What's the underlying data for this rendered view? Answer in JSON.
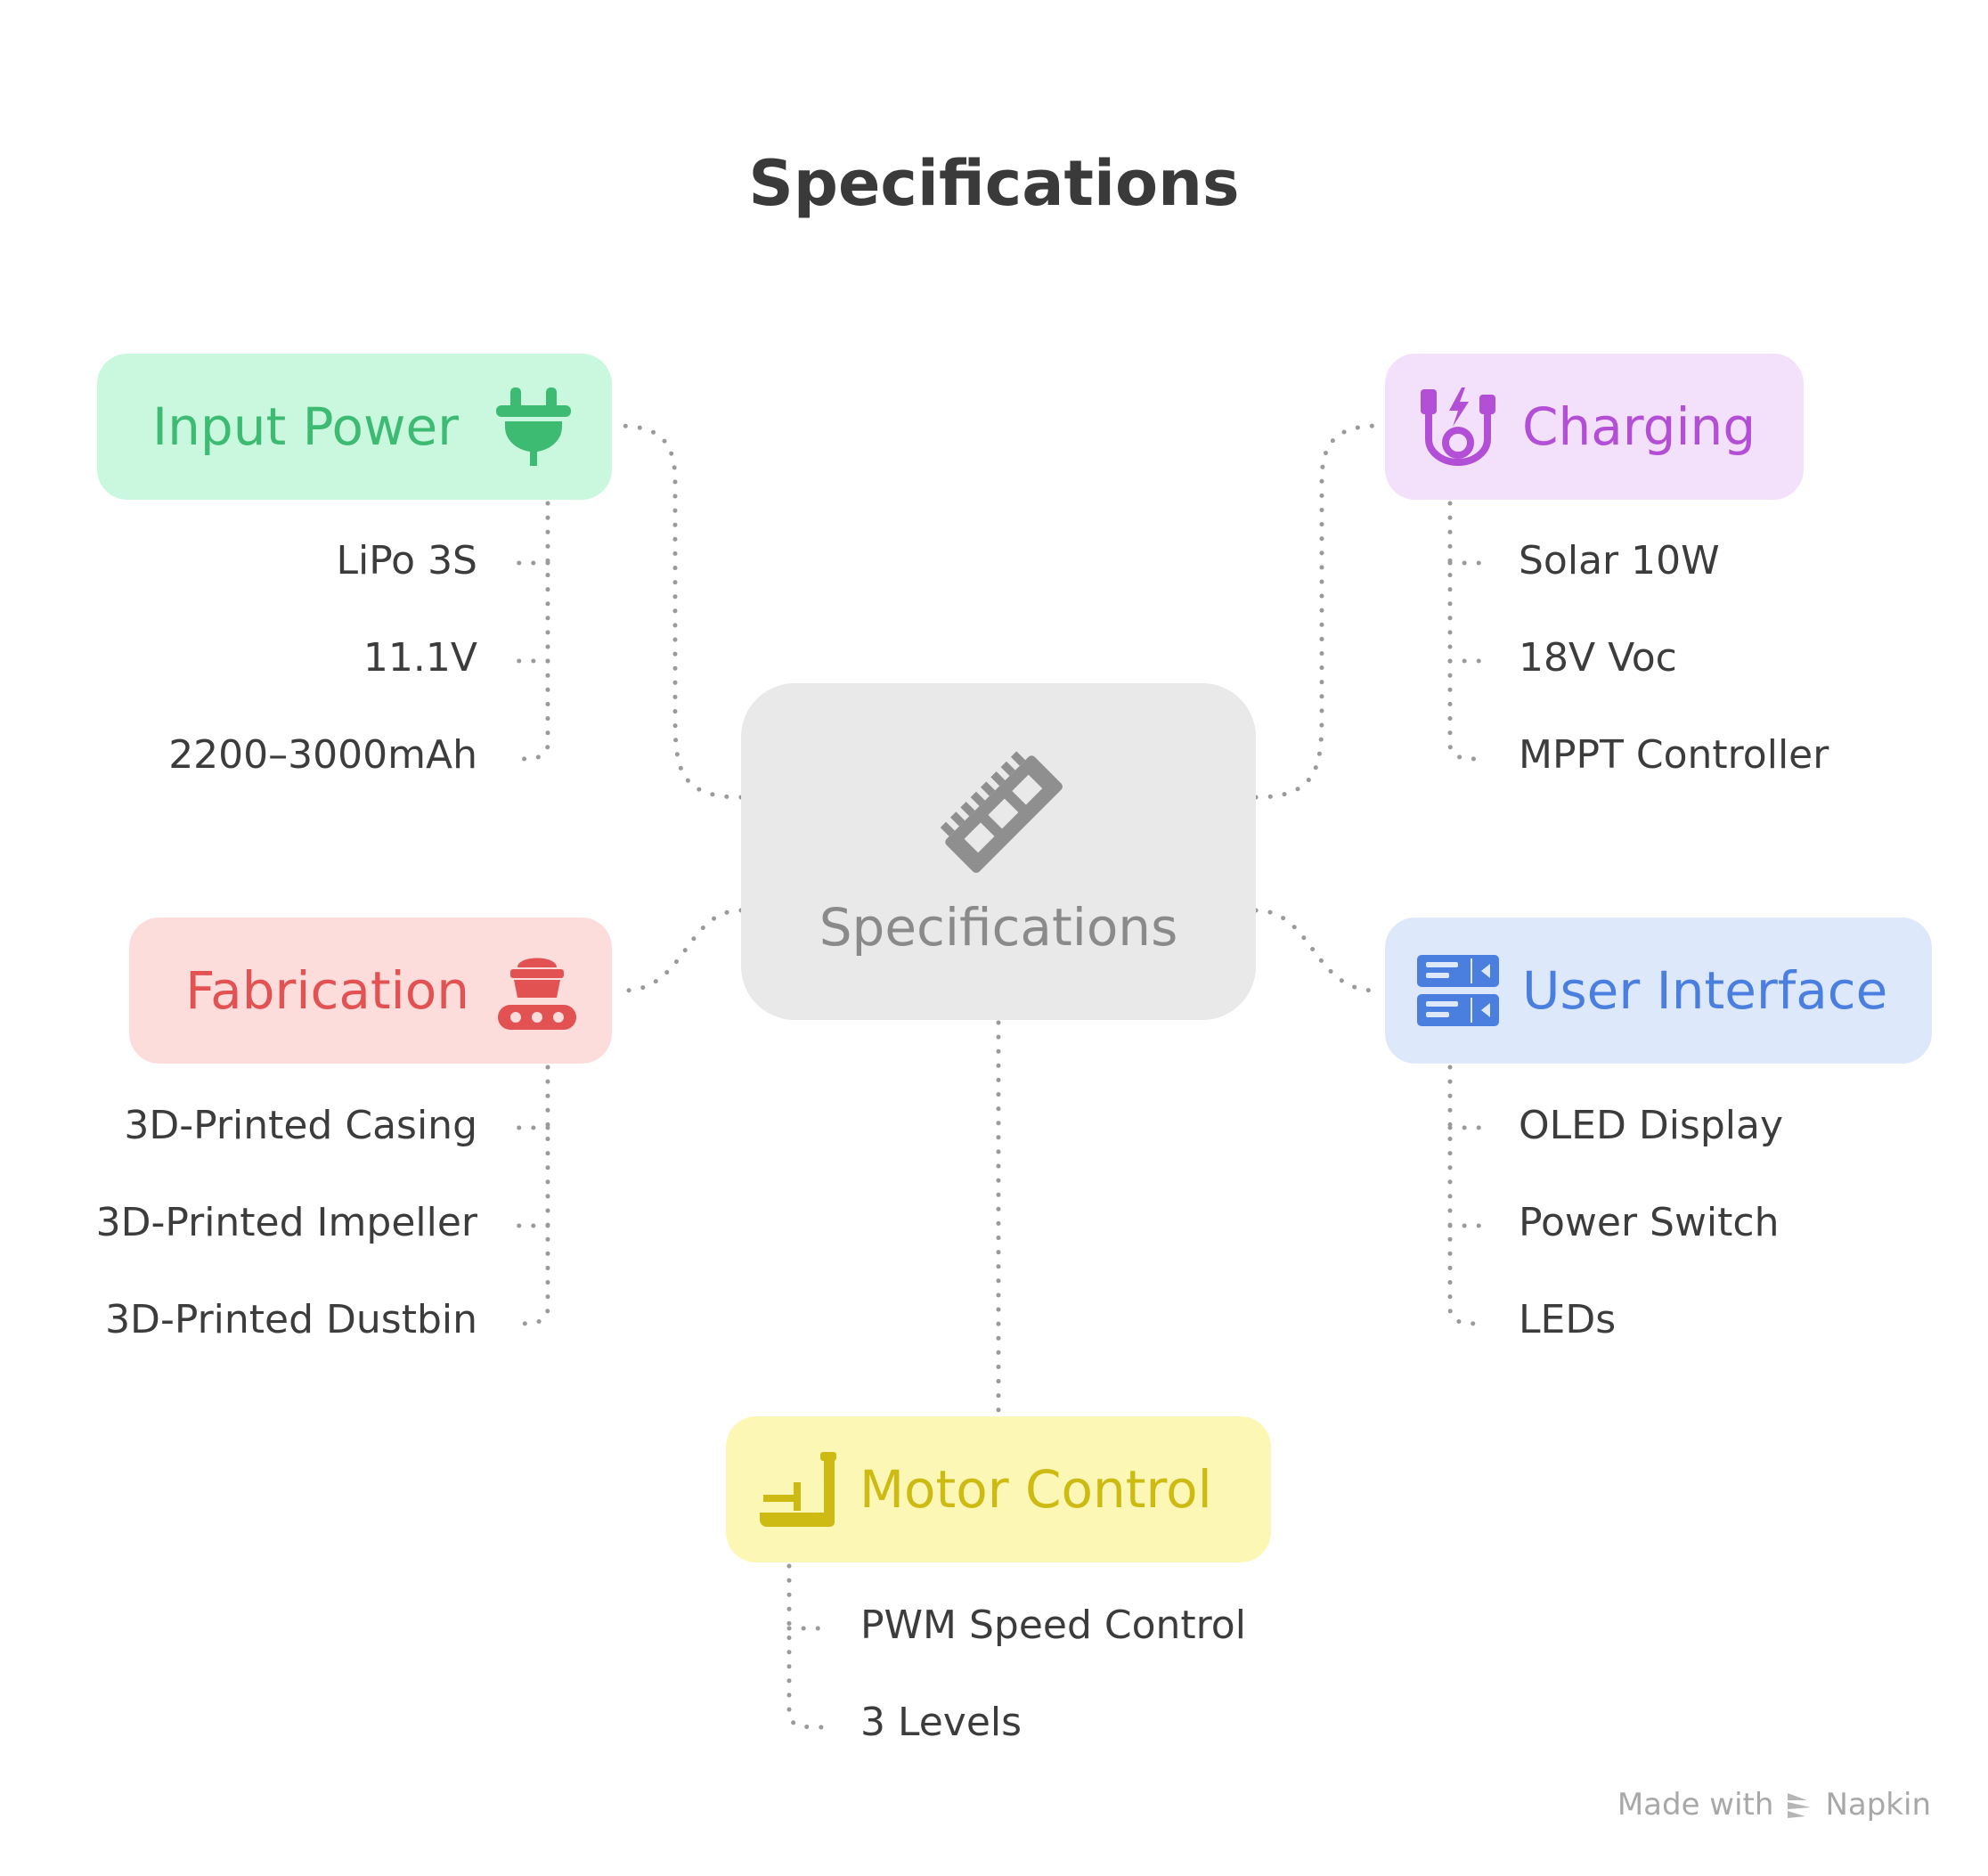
{
  "title": "Specifications",
  "center": {
    "label": "Specifications",
    "icon": "memory-module-icon"
  },
  "categories": {
    "input_power": {
      "label": "Input Power",
      "icon": "plug-icon",
      "color": "#3dbb73",
      "bg": "#c9f8df",
      "items": [
        "LiPo 3S",
        "11.1V",
        "2200–3000mAh"
      ]
    },
    "charging": {
      "label": "Charging",
      "icon": "charging-cable-icon",
      "color": "#b24fd6",
      "bg": "#f3e0fb",
      "items": [
        "Solar 10W",
        "18V Voc",
        "MPPT Controller"
      ]
    },
    "fabrication": {
      "label": "Fabrication",
      "icon": "conveyor-icon",
      "color": "#e35252",
      "bg": "#fddcdc",
      "items": [
        "3D-Printed Casing",
        "3D-Printed Impeller",
        "3D-Printed Dustbin"
      ]
    },
    "user_interface": {
      "label": "User Interface",
      "icon": "server-panel-icon",
      "color": "#4a7fe0",
      "bg": "#dde8fb",
      "items": [
        "OLED Display",
        "Power Switch",
        "LEDs"
      ]
    },
    "motor_control": {
      "label": "Motor Control",
      "icon": "treadmill-icon",
      "color": "#cdbb14",
      "bg": "#fdf7b6",
      "items": [
        "PWM Speed Control",
        "3 Levels"
      ]
    }
  },
  "footer": {
    "made_with": "Made with",
    "brand": "Napkin"
  }
}
